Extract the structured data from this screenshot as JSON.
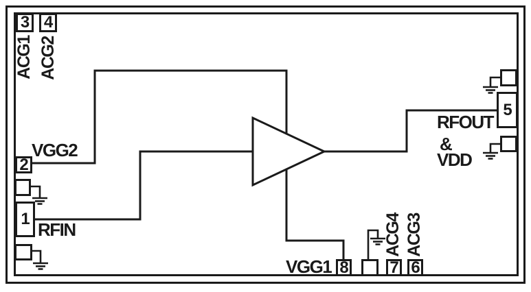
{
  "colors": {
    "ink": "#1a1a1a",
    "background": "#ffffff"
  },
  "diagram": {
    "type": "schematic-pinout",
    "component": "RF amplifier block diagram",
    "pins": {
      "pin1": {
        "number": "1",
        "name": "RFIN"
      },
      "pin2": {
        "number": "2",
        "name": "VGG2"
      },
      "pin3": {
        "number": "3",
        "name": "ACG1"
      },
      "pin4": {
        "number": "4",
        "name": "ACG2"
      },
      "pin5": {
        "number": "5",
        "name": "RFOUT & VDD"
      },
      "pin6": {
        "number": "6",
        "name": "ACG3"
      },
      "pin7": {
        "number": "7",
        "name": "ACG4"
      },
      "pin8": {
        "number": "8",
        "name": "VGG1"
      }
    },
    "text": {
      "vgg2": "VGG2",
      "rfin": "RFIN",
      "vgg1": "VGG1",
      "acg1": "ACG1",
      "acg2": "ACG2",
      "acg3": "ACG3",
      "acg4": "ACG4",
      "rfout": "RFOUT",
      "ampersand": "&",
      "vdd": "VDD"
    }
  }
}
